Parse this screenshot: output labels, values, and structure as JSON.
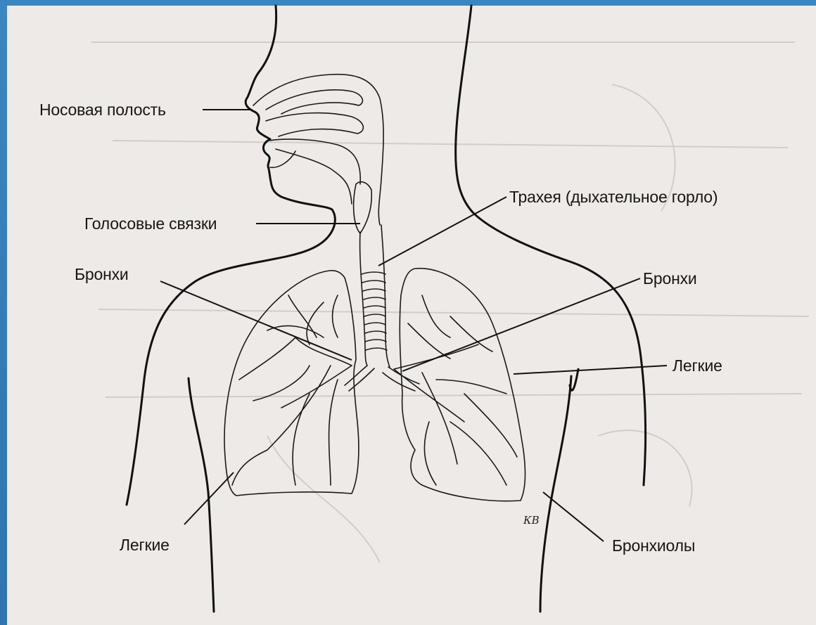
{
  "colors": {
    "frame": "#2f74ad",
    "paper": "#eeeae7",
    "ink": "#111111"
  },
  "labels": {
    "nasal_cavity": "Носовая полость",
    "vocal_cords": "Голосовые связки",
    "trachea": "Трахея (дыхательное горло)",
    "bronchi_left": "Бронхи",
    "bronchi_right": "Бронхи",
    "lungs_right": "Легкие",
    "lungs_left": "Легкие",
    "bronchioles": "Бронхиолы"
  },
  "signature": "КВ"
}
